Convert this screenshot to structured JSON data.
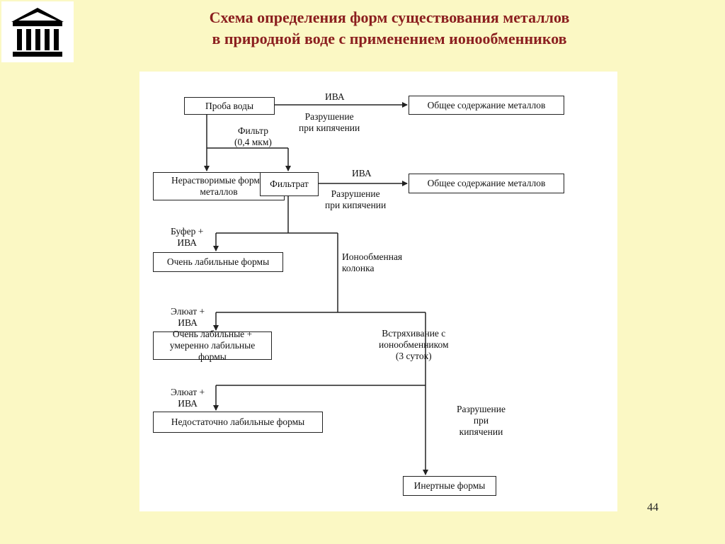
{
  "title": {
    "line1": "Схема определения форм существования металлов",
    "line2": "в природной воде  с применением ионообменников"
  },
  "logo": {
    "icon": "bank-building-icon"
  },
  "diagram": {
    "nodes": {
      "water_sample": "Проба воды",
      "total_metals_1": "Общее содержание металлов",
      "insoluble": "Нерастворимые формы металлов",
      "filtrate": "Фильтрат",
      "total_metals_2": "Общее содержание металлов",
      "very_labile": "Очень лабильные формы",
      "very_mod_labile": "Очень лабильные + умеренно лабильные формы",
      "insufficiently_labile": "Недостаточно лабильные формы",
      "inert": "Инертные формы"
    },
    "edge_labels": {
      "iva_1": "ИВА",
      "destruction_1": "Разрушение\nпри кипячении",
      "filter": "Фильтр\n(0,4 мкм)",
      "iva_2": "ИВА",
      "destruction_2": "Разрушение\nпри кипячении",
      "buffer_iva": "Буфер +\nИВА",
      "ion_column": "Ионообменная\nколонка",
      "eluate_iva_1": "Элюат +\nИВА",
      "shaking": "Встряхивание с\nионообменником\n(3 суток)",
      "eluate_iva_2": "Элюат +\nИВА",
      "destruction_3": "Разрушение\nпри\nкипячении"
    }
  },
  "page_number": "44"
}
